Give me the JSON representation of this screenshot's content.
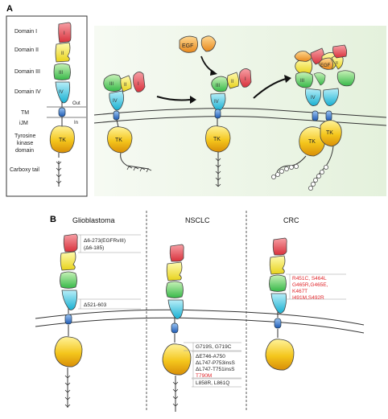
{
  "panel_a": {
    "label": "A",
    "legend": {
      "domain_1": "Domain I",
      "domain_2": "Domain II",
      "domain_3": "Domain III",
      "domain_4": "Domain IV",
      "tm": "TM",
      "ijm": "iJM",
      "tk_line1": "Tyrosine",
      "tk_line2": "kinase",
      "tk_line3": "domain",
      "carboxy": "Carboxy tail",
      "out": "Out",
      "in": "In"
    },
    "glyphs": {
      "I": "I",
      "II": "II",
      "III": "III",
      "IV": "IV",
      "TK": "TK",
      "EGF": "EGF"
    }
  },
  "panel_b": {
    "label": "B",
    "columns": {
      "glioblastoma": {
        "title": "Glioblastoma",
        "mut_top_1": "Δ6-273(EGFRvIII)",
        "mut_top_2": "(Δ6-185)",
        "mut_mid": "Δ521-603"
      },
      "nsclc": {
        "title": "NSCLC",
        "mut_1": "G719S, G719C",
        "mut_2": "ΔE746-A750",
        "mut_3": "ΔL747-P753insS",
        "mut_4": "ΔL747-T751insS",
        "mut_5": "T790M",
        "mut_6": "L858R, L861Q"
      },
      "crc": {
        "title": "CRC",
        "mut_1": "R451C, S464L",
        "mut_2": "G465R,G465E,",
        "mut_3": "K467T",
        "mut_4": "I491M,S492R"
      }
    }
  },
  "colors": {
    "domain_1": "#e8505b",
    "domain_2": "#f2e84a",
    "domain_3": "#5fd06a",
    "domain_4": "#3fc6e0",
    "tm": "#2c6fc2",
    "tk": "#f0c020",
    "egf": "#f0a030",
    "mutation_red": "#e0262b",
    "panel_bg": "#eef6e9"
  }
}
